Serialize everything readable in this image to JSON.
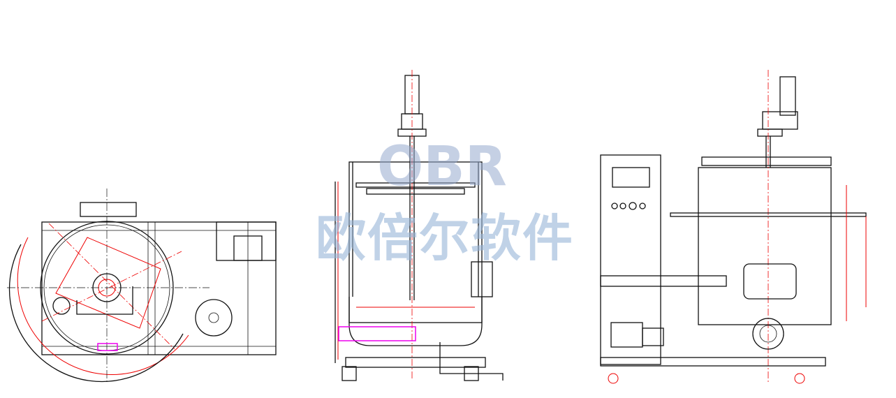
{
  "drawing": {
    "views": [
      "top-view",
      "front-view",
      "side-view"
    ],
    "colors": {
      "outline": "#111111",
      "centerline": "#ee0000",
      "highlight": "#ee00ee",
      "watermark": "#96b4d7"
    }
  },
  "watermark": {
    "logo_text": "OBR",
    "company_text": "欧倍尔软件"
  }
}
